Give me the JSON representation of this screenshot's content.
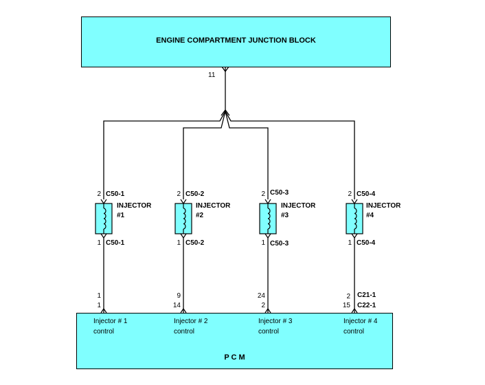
{
  "junction_block": {
    "title": "ENGINE COMPARTMENT JUNCTION BLOCK",
    "pin": "11"
  },
  "injectors": [
    {
      "name": "INJECTOR",
      "num": "#1",
      "top_pin": "2",
      "top_conn": "C50-1",
      "bot_pin": "1",
      "bot_conn": "C50-1",
      "pcm_pin_a": "1",
      "pcm_pin_b": "1",
      "pcm_conn_a": "",
      "pcm_conn_b": "",
      "pcm_label_1": "Injector # 1",
      "pcm_label_2": "control"
    },
    {
      "name": "INJECTOR",
      "num": "#2",
      "top_pin": "2",
      "top_conn": "C50-2",
      "bot_pin": "1",
      "bot_conn": "C50-2",
      "pcm_pin_a": "9",
      "pcm_pin_b": "14",
      "pcm_conn_a": "",
      "pcm_conn_b": "",
      "pcm_label_1": "Injector # 2",
      "pcm_label_2": "control"
    },
    {
      "name": "INJECTOR",
      "num": "#3",
      "top_pin": "2",
      "top_conn": "C50-3",
      "bot_pin": "1",
      "bot_conn": "C50-3",
      "pcm_pin_a": "24",
      "pcm_pin_b": "2",
      "pcm_conn_a": "",
      "pcm_conn_b": "",
      "pcm_label_1": "Injector # 3",
      "pcm_label_2": "control"
    },
    {
      "name": "INJECTOR",
      "num": "#4",
      "top_pin": "2",
      "top_conn": "C50-4",
      "bot_pin": "1",
      "bot_conn": "C50-4",
      "pcm_pin_a": "2",
      "pcm_pin_b": "15",
      "pcm_conn_a": "C21-1",
      "pcm_conn_b": "C22-1",
      "pcm_label_1": "Injector # 4",
      "pcm_label_2": "control"
    }
  ],
  "pcm": {
    "title": "P C M"
  },
  "colors": {
    "box_fill": "#80ffff",
    "wire": "#000000"
  }
}
